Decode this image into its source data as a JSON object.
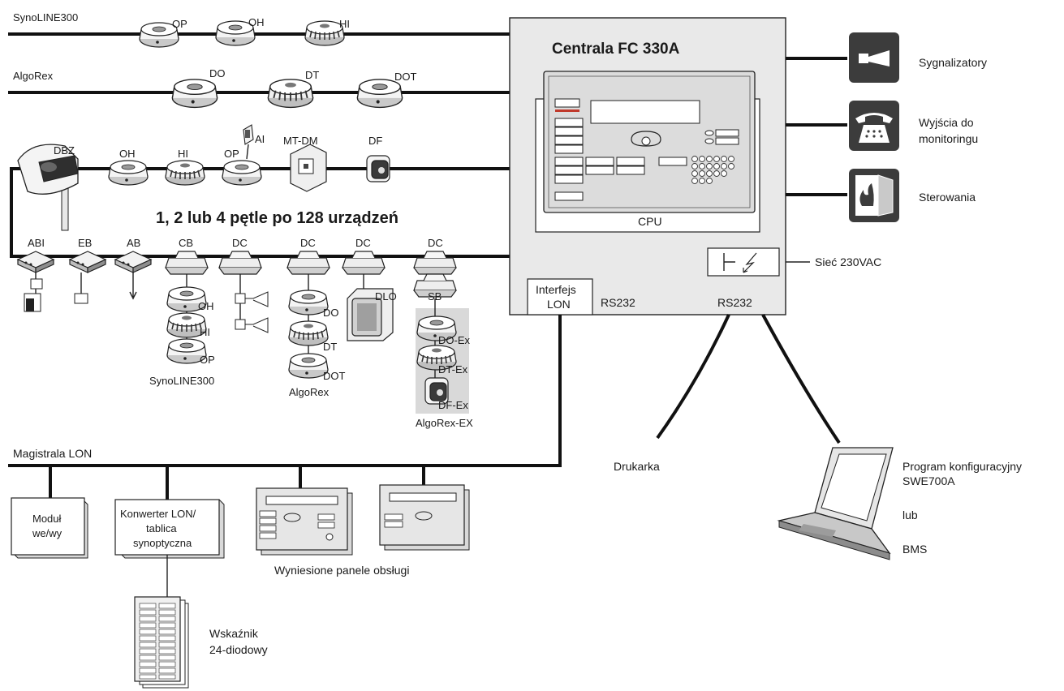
{
  "buses": {
    "synoline": "SynoLINE300",
    "algorex": "AlgoRex",
    "lon": "Magistrala LON"
  },
  "panel": {
    "title": "Centrala FC 330A",
    "cpu": "CPU",
    "lon_interface_1": "Interfejs",
    "lon_interface_2": "LON",
    "rs232_a": "RS232",
    "rs232_b": "RS232"
  },
  "outputs": {
    "sounders": "Sygnalizatory",
    "monitoring_1": "Wyjścia do",
    "monitoring_2": "monitoringu",
    "control": "Sterowania",
    "mains": "Sieć 230VAC"
  },
  "loops_caption": "1, 2 lub 4 pętle po 128 urządzeń",
  "synoline_devices": [
    "OP",
    "OH",
    "HI"
  ],
  "algorex_devices": [
    "DO",
    "DT",
    "DOT"
  ],
  "loop_top": {
    "dbz": "DBZ",
    "oh": "OH",
    "hi": "HI",
    "op": "OP",
    "ai": "AI",
    "mtdm": "MT-DM",
    "df": "DF"
  },
  "loop_bottom": {
    "abi": "ABI",
    "eb": "EB",
    "ab": "AB",
    "cb": "CB",
    "dc1": "DC",
    "dc2": "DC",
    "dc3": "DC",
    "dc4": "DC",
    "sb": "SB",
    "dlo": "DLO",
    "cb_oh": "OH",
    "cb_hi": "HI",
    "cb_op": "OP",
    "cb_group": "SynoLINE300",
    "dc_do": "DO",
    "dc_dt": "DT",
    "dc_dot": "DOT",
    "dc_group": "AlgoRex",
    "ex_do": "DO-Ex",
    "ex_dt": "DT-Ex",
    "ex_df": "DF-Ex",
    "ex_group": "AlgoRex-EX"
  },
  "lon_devices": {
    "io_1": "Moduł",
    "io_2": "we/wy",
    "conv_1": "Konwerter LON/",
    "conv_2": "tablica",
    "conv_3": "synoptyczna",
    "remote_panels": "Wyniesione panele obsługi",
    "led_1": "Wskaźnik",
    "led_2": "24-diodowy"
  },
  "peripherals": {
    "printer": "Drukarka",
    "software_1": "Program konfiguracyjny",
    "software_2": "SWE700A",
    "or": "lub",
    "bms": "BMS"
  },
  "colors": {
    "line": "#111111",
    "panel_fill": "#e9e9e9",
    "screen_fill": "#dcdcdc",
    "icon_fill": "#3c3c3c",
    "ex_zone": "#d9d9d9"
  }
}
